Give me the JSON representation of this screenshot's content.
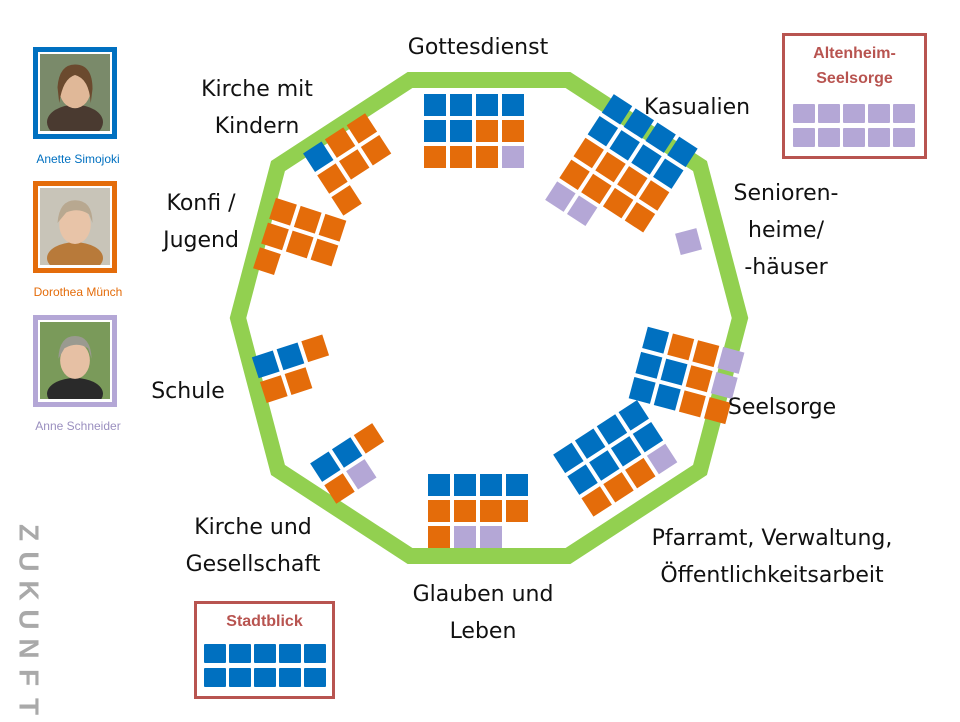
{
  "colors": {
    "octagon": "#92d050",
    "blue": "#0070c0",
    "orange": "#e46c0a",
    "purple": "#b4a7d6",
    "box_border": "#b85450",
    "zukunft": "#a9a9a9"
  },
  "people": [
    {
      "name": "Anette Simojoki",
      "color": "#0070c0",
      "text_color": "#0070c0"
    },
    {
      "name": "Dorothea Münch",
      "color": "#e46c0a",
      "text_color": "#e46c0a"
    },
    {
      "name": "Anne Schneider",
      "color": "#b4a7d6",
      "text_color": "#9a8fbf"
    }
  ],
  "segments": [
    {
      "id": "gottesdienst",
      "lines": [
        "Gottesdienst"
      ],
      "tiles": {
        "blue": 6,
        "orange": 5,
        "purple": 1
      }
    },
    {
      "id": "kasualien",
      "lines": [
        "Kasualien"
      ],
      "tiles": {
        "blue": 8,
        "orange": 8,
        "purple": 2
      }
    },
    {
      "id": "seniorenheime",
      "lines": [
        "Senioren-",
        "heime/",
        "-häuser"
      ],
      "tiles": {
        "blue": 0,
        "orange": 0,
        "purple": 1
      }
    },
    {
      "id": "seelsorge",
      "lines": [
        "Seelsorge"
      ],
      "tiles": {
        "blue": 5,
        "orange": 5,
        "purple": 2
      }
    },
    {
      "id": "pfarramt",
      "lines": [
        "Pfarramt, Verwaltung,",
        "Öffentlichkeitsarbeit"
      ],
      "tiles": {
        "blue": 8,
        "orange": 3,
        "purple": 1
      }
    },
    {
      "id": "glauben",
      "lines": [
        "Glauben und",
        "Leben"
      ],
      "tiles": {
        "blue": 4,
        "orange": 5,
        "purple": 2
      }
    },
    {
      "id": "kirche-gesellschaft",
      "lines": [
        "Kirche und",
        "Gesellschaft"
      ],
      "tiles": {
        "blue": 2,
        "orange": 2,
        "purple": 1
      }
    },
    {
      "id": "schule",
      "lines": [
        "Schule"
      ],
      "tiles": {
        "blue": 2,
        "orange": 3,
        "purple": 0
      }
    },
    {
      "id": "konfi",
      "lines": [
        "Konfi /",
        "Jugend"
      ],
      "tiles": {
        "blue": 0,
        "orange": 7,
        "purple": 0
      }
    },
    {
      "id": "kirche-kindern",
      "lines": [
        "Kirche mit",
        "Kindern"
      ],
      "tiles": {
        "blue": 1,
        "orange": 6,
        "purple": 0
      }
    }
  ],
  "altenheim": {
    "title_lines": [
      "Altenheim-",
      "Seelsorge"
    ],
    "tiles": {
      "purple": 10
    }
  },
  "stadtblick": {
    "title": "Stadtblick",
    "tiles": {
      "blue": 10
    }
  },
  "zukunft": "ZUKUNFT"
}
